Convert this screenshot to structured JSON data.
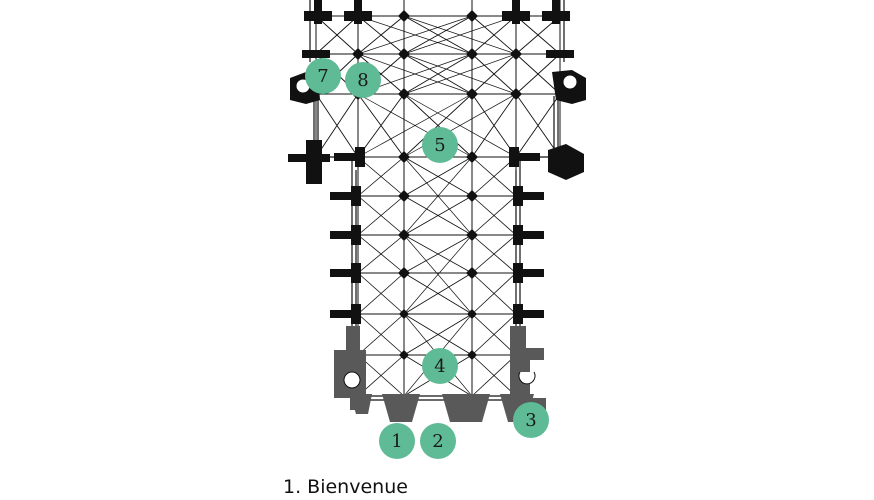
{
  "colors": {
    "marker": "#5fba96",
    "ink": "#111111",
    "stone": "#595959",
    "background": "#ffffff"
  },
  "markers": [
    {
      "id": "1",
      "label": "1"
    },
    {
      "id": "2",
      "label": "2"
    },
    {
      "id": "3",
      "label": "3"
    },
    {
      "id": "4",
      "label": "4"
    },
    {
      "id": "5",
      "label": "5"
    },
    {
      "id": "7",
      "label": "7"
    },
    {
      "id": "8",
      "label": "8"
    }
  ],
  "caption": {
    "text": "1. Bienvenue"
  }
}
